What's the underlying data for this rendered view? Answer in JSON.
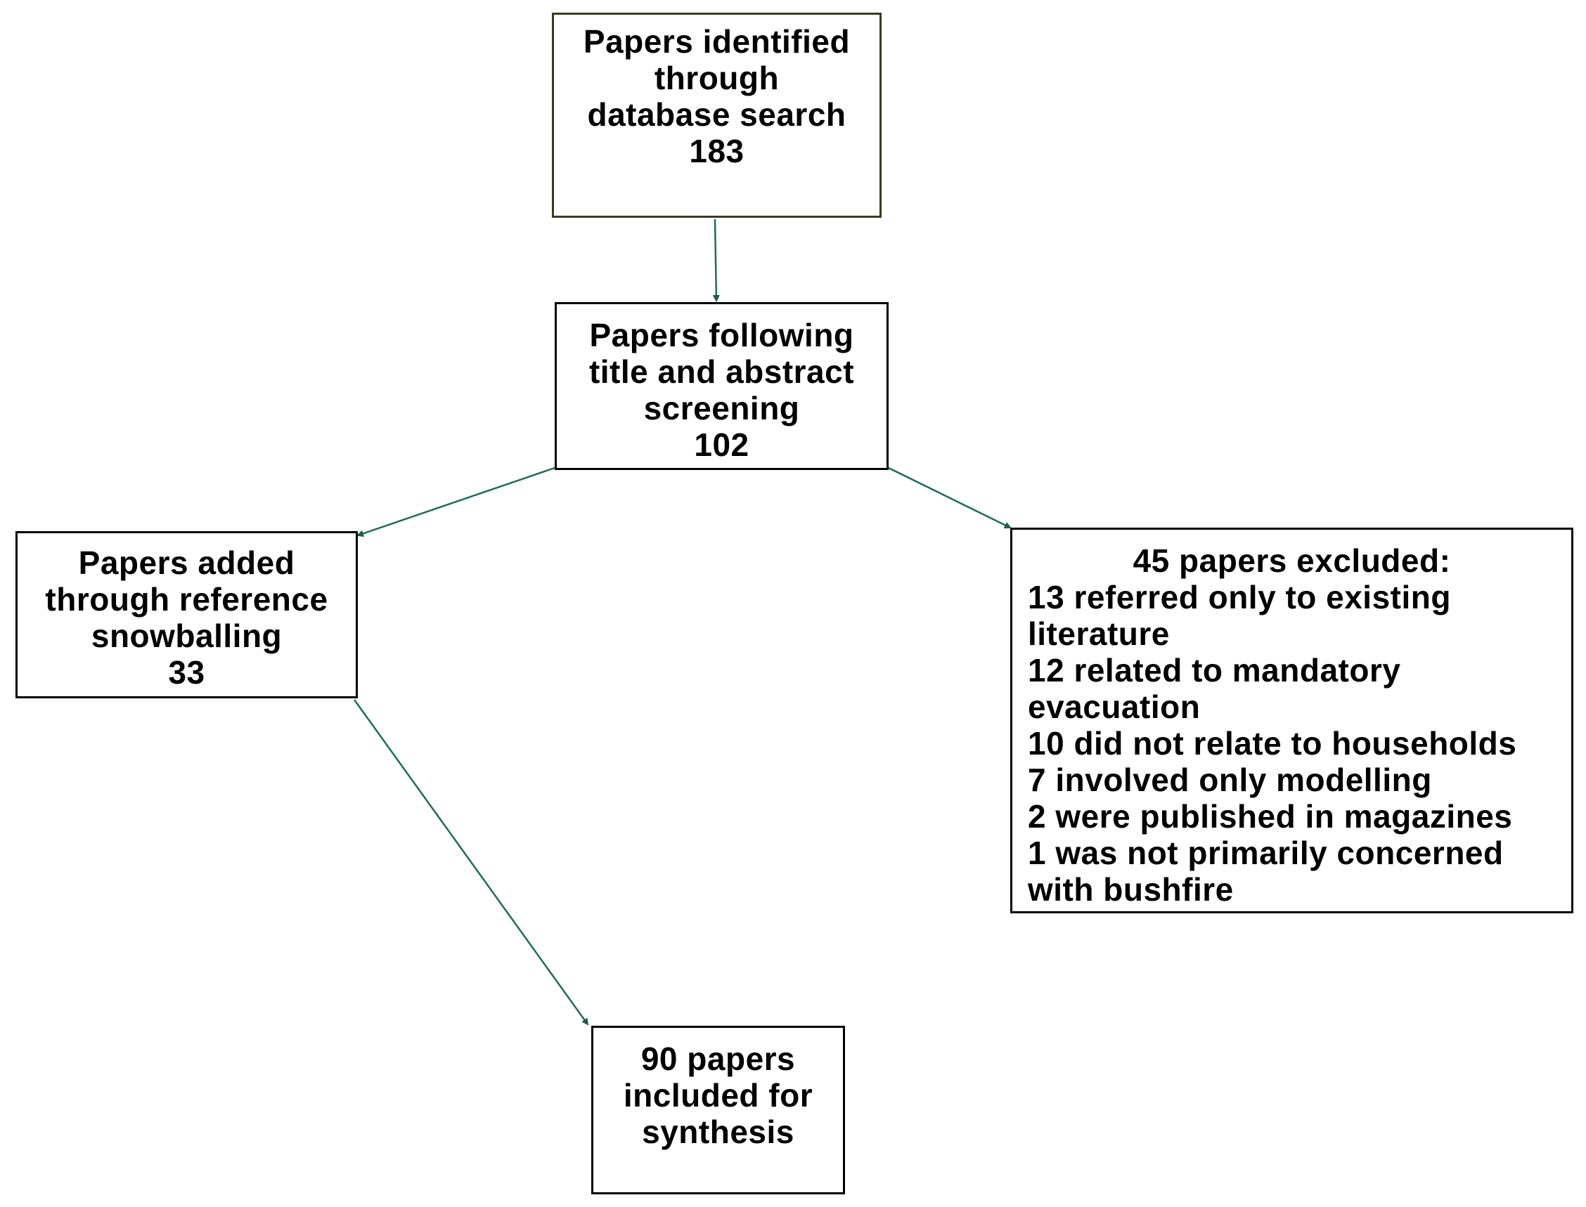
{
  "diagram": {
    "line_color": "#1e6b5a",
    "boxes": {
      "search": {
        "lines": [
          "Papers identified",
          "through",
          "database search",
          "183"
        ]
      },
      "screening": {
        "lines": [
          "Papers following",
          "title and abstract",
          "screening",
          "102"
        ]
      },
      "snowball": {
        "lines": [
          "Papers added",
          "through reference",
          "snowballing",
          "33"
        ]
      },
      "excluded": {
        "title": "45 papers excluded:",
        "lines": [
          "13 referred only to existing",
          "literature",
          "12 related to mandatory",
          "evacuation",
          "10 did not relate to households",
          "7 involved only modelling",
          "2 were published in magazines",
          "1 was not primarily concerned",
          "with bushfire"
        ]
      },
      "included": {
        "lines": [
          "90 papers",
          "included for",
          "synthesis"
        ]
      }
    }
  }
}
